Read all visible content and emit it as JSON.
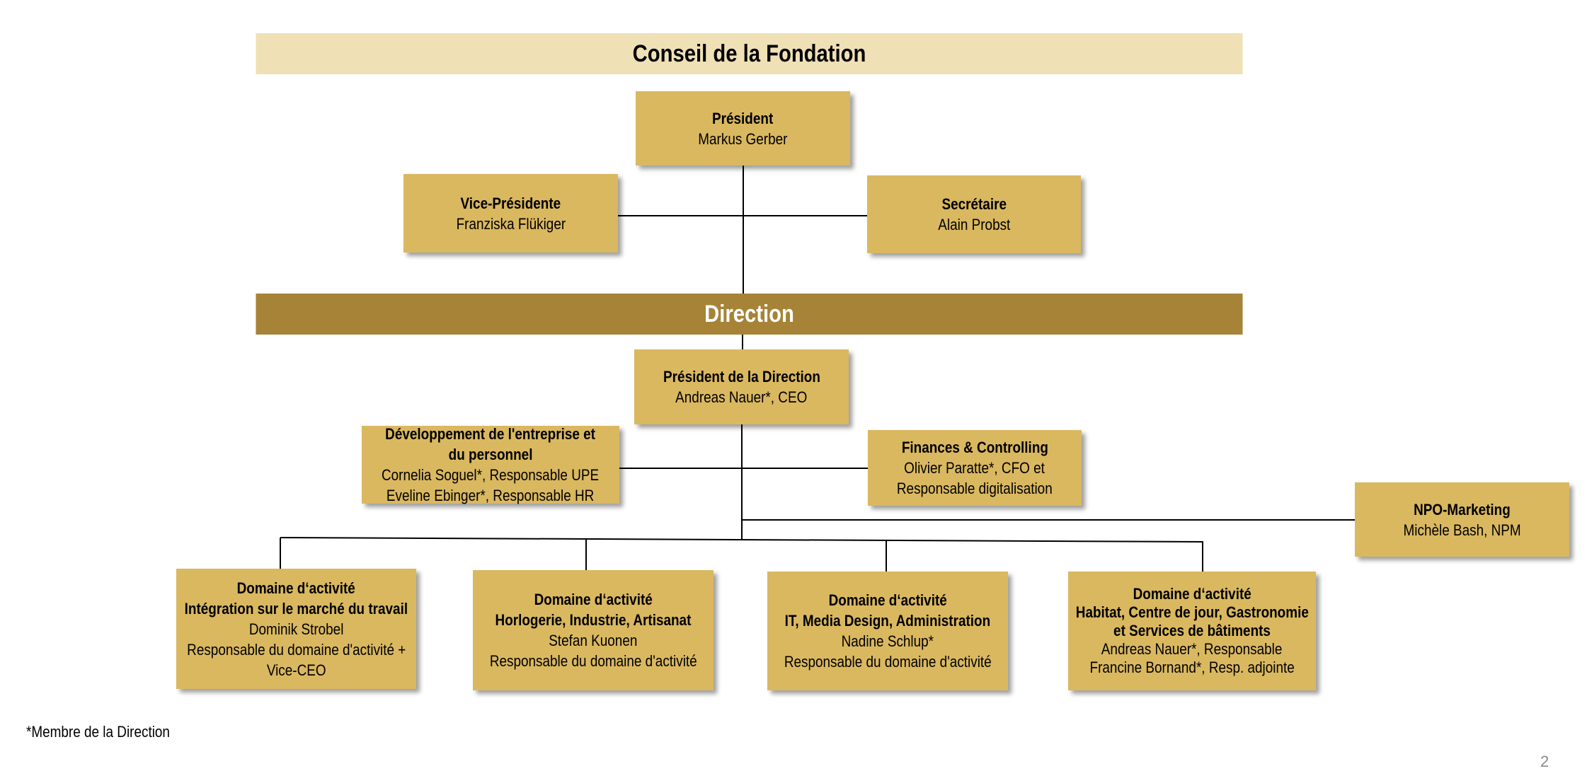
{
  "bands": {
    "board": "Conseil de la Fondation",
    "direction": "Direction"
  },
  "board_members": {
    "president": {
      "title": "Président",
      "name": "Markus Gerber"
    },
    "vice_president": {
      "title": "Vice-Présidente",
      "name": "Franziska Flükiger"
    },
    "secretary": {
      "title": "Secrétaire",
      "name": "Alain Probst"
    }
  },
  "direction": {
    "president": {
      "title": "Président de la Direction",
      "name": "Andreas Nauer*, CEO"
    },
    "development": {
      "title_1": "Développement de l'entreprise et",
      "title_2": "du personnel",
      "line_1": "Cornelia Soguel*, Responsable UPE",
      "line_2": "Eveline Ebinger*, Responsable HR"
    },
    "finances": {
      "title": "Finances & Controlling",
      "line_1": "Olivier Paratte*, CFO et",
      "line_2": "Responsable digitalisation"
    },
    "marketing": {
      "title": "NPO-Marketing",
      "name": "Michèle Bash, NPM"
    }
  },
  "domains": [
    {
      "title": "Domaine d‘activité",
      "subtitle": "Intégration sur le marché du travail",
      "lines": [
        "Dominik Strobel",
        "Responsable du domaine d'activité +",
        "Vice-CEO"
      ]
    },
    {
      "title": "Domaine d‘activité",
      "subtitle": "Horlogerie, Industrie, Artisanat",
      "lines": [
        "Stefan Kuonen",
        "Responsable du domaine d'activité"
      ]
    },
    {
      "title": "Domaine d‘activité",
      "subtitle": "IT, Media Design, Administration",
      "lines": [
        "Nadine Schlup*",
        "Responsable du domaine d'activité"
      ]
    },
    {
      "title": "Domaine d‘activité",
      "subtitle_1": "Habitat, Centre de jour, Gastronomie",
      "subtitle_2": "et Services de bâtiments",
      "lines": [
        "Andreas Nauer*, Responsable",
        "Francine Bornand*, Resp. adjointe"
      ]
    }
  ],
  "footnote": "*Membre de la Direction",
  "page_number": "2",
  "colors": {
    "box_fill": "#dab860",
    "board_band": "#efe0b6",
    "direction_band": "#a68337"
  }
}
